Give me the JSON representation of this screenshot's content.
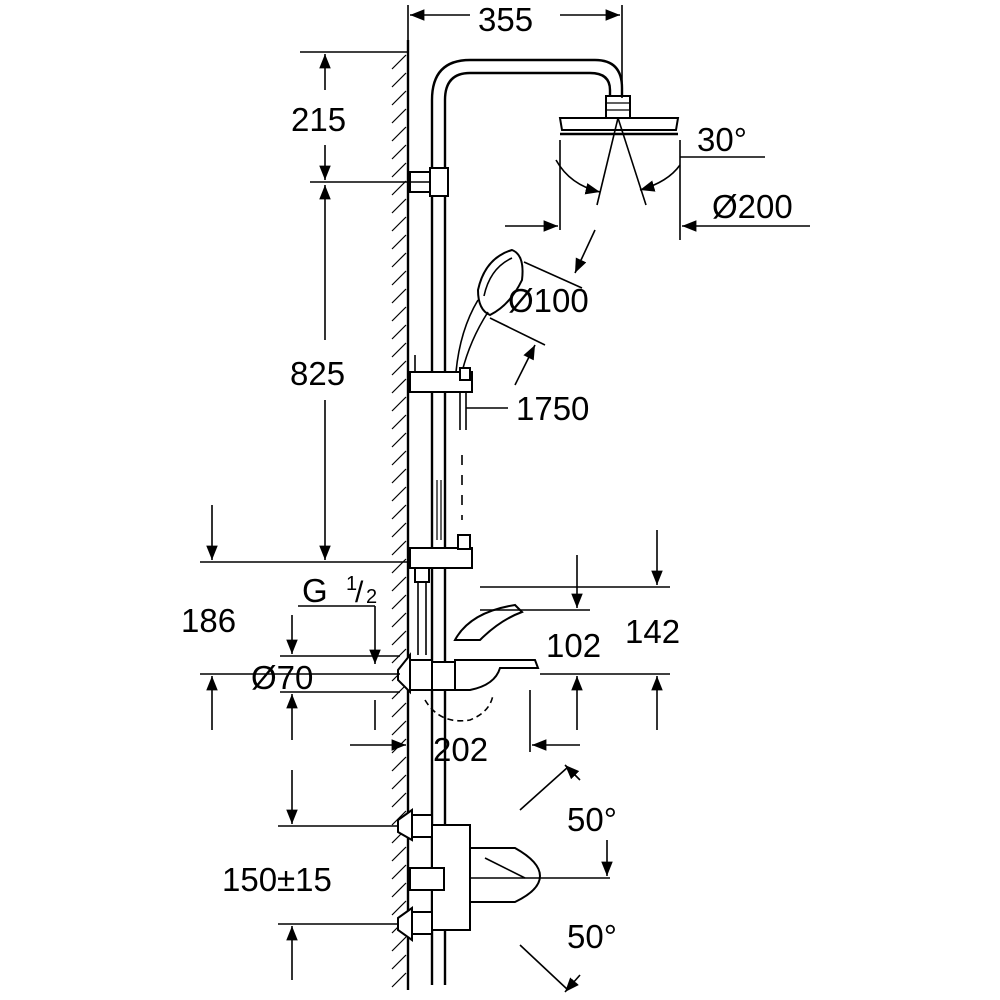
{
  "dimensions": {
    "d355": "355",
    "d215": "215",
    "d30deg": "30°",
    "d200": "Ø200",
    "d100": "Ø100",
    "d825": "825",
    "d1750": "1750",
    "g_label": "G",
    "g_num": "1",
    "g_den": "2",
    "d186": "186",
    "d102": "102",
    "d142": "142",
    "d70": "Ø70",
    "d202": "202",
    "d50a": "50°",
    "d150": "150±15",
    "d50b": "50°"
  },
  "colors": {
    "line": "#000000",
    "background": "#ffffff"
  }
}
